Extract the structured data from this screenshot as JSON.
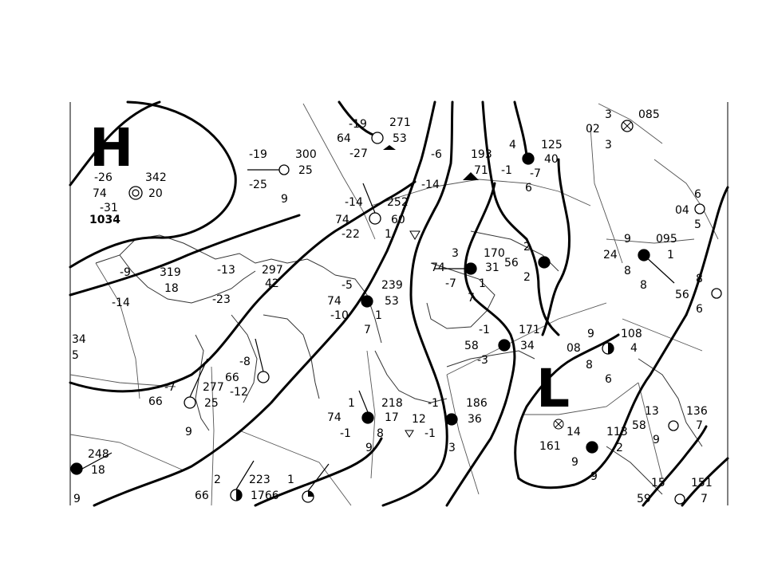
{
  "pressure_centers": {
    "high": "H",
    "low": "L"
  },
  "stations": [
    {
      "id": "s1",
      "cover": "empty",
      "texts": [
        "-19",
        "64",
        "-27",
        "271",
        "53"
      ]
    },
    {
      "id": "s2",
      "cover": "empty",
      "texts": [
        "-19",
        "300",
        "25",
        "-25",
        "9"
      ]
    },
    {
      "id": "s3",
      "cover": "obsc",
      "texts": [
        "-26",
        "342",
        "74",
        "20",
        "-31",
        "1034"
      ]
    },
    {
      "id": "s4",
      "cover": "empty",
      "texts": [
        "-14",
        "252",
        "74",
        "60",
        "-22",
        "1"
      ]
    },
    {
      "id": "s5",
      "cover": "full",
      "texts": [
        "-5",
        "239",
        "74",
        "53",
        "-10",
        "1",
        "7"
      ]
    },
    {
      "id": "s6",
      "cover": "full",
      "texts": [
        "-6",
        "193",
        "-14",
        "71",
        "-1",
        "4",
        "125",
        "40",
        "-7",
        "6"
      ]
    },
    {
      "id": "s7",
      "cover": "full",
      "texts": [
        "3",
        "170",
        "74",
        "31",
        "-7",
        "1",
        "7"
      ]
    },
    {
      "id": "s8",
      "cover": "full",
      "texts": [
        "2",
        "56",
        "2"
      ]
    },
    {
      "id": "s9",
      "cover": "obsc",
      "texts": [
        "3",
        "085",
        "02",
        "3"
      ]
    },
    {
      "id": "s10",
      "cover": "empty",
      "texts": [
        "6",
        "04",
        "5"
      ]
    },
    {
      "id": "s11",
      "cover": "full",
      "texts": [
        "9",
        "095",
        "24",
        "1",
        "8",
        "8"
      ]
    },
    {
      "id": "s12",
      "cover": "empty",
      "texts": [
        "8",
        "56",
        "6"
      ]
    },
    {
      "id": "s13",
      "cover": "full",
      "texts": [
        "-1",
        "171",
        "58",
        "34",
        "-3"
      ]
    },
    {
      "id": "s14",
      "cover": "half",
      "texts": [
        "9",
        "108",
        "08",
        "4",
        "8",
        "6"
      ]
    },
    {
      "id": "s15",
      "cover": "empty",
      "texts": [
        "-13",
        "297",
        "-23",
        "42",
        "-9",
        "319",
        "18",
        "-14"
      ]
    },
    {
      "id": "s16",
      "cover": "empty",
      "texts": [
        "-8"
      ]
    },
    {
      "id": "s17",
      "cover": "empty",
      "texts": [
        "-7",
        "277",
        "66",
        "25",
        "-12",
        "66",
        "9"
      ]
    },
    {
      "id": "s18",
      "cover": "full",
      "texts": [
        "1",
        "218",
        "74",
        "17",
        "-1",
        "8",
        "9"
      ]
    },
    {
      "id": "s19",
      "cover": "full",
      "texts": [
        "-1",
        "186",
        "12",
        "36",
        "-1",
        "3"
      ]
    },
    {
      "id": "s20",
      "cover": "full",
      "texts": [
        "14",
        "113",
        "161",
        "2",
        "9",
        "9"
      ]
    },
    {
      "id": "s21",
      "cover": "empty",
      "texts": [
        "13",
        "136",
        "58",
        "7",
        "9"
      ]
    },
    {
      "id": "s22",
      "cover": "empty",
      "texts": [
        "15",
        "151",
        "59",
        "7"
      ]
    },
    {
      "id": "s23",
      "cover": "full",
      "texts": [
        "248",
        "18",
        "9"
      ]
    },
    {
      "id": "s24",
      "cover": "half",
      "texts": [
        "2",
        "223",
        "1",
        "66",
        "1766"
      ]
    },
    {
      "id": "s25",
      "cover": "quarter",
      "texts": [
        "5",
        "34"
      ]
    }
  ]
}
